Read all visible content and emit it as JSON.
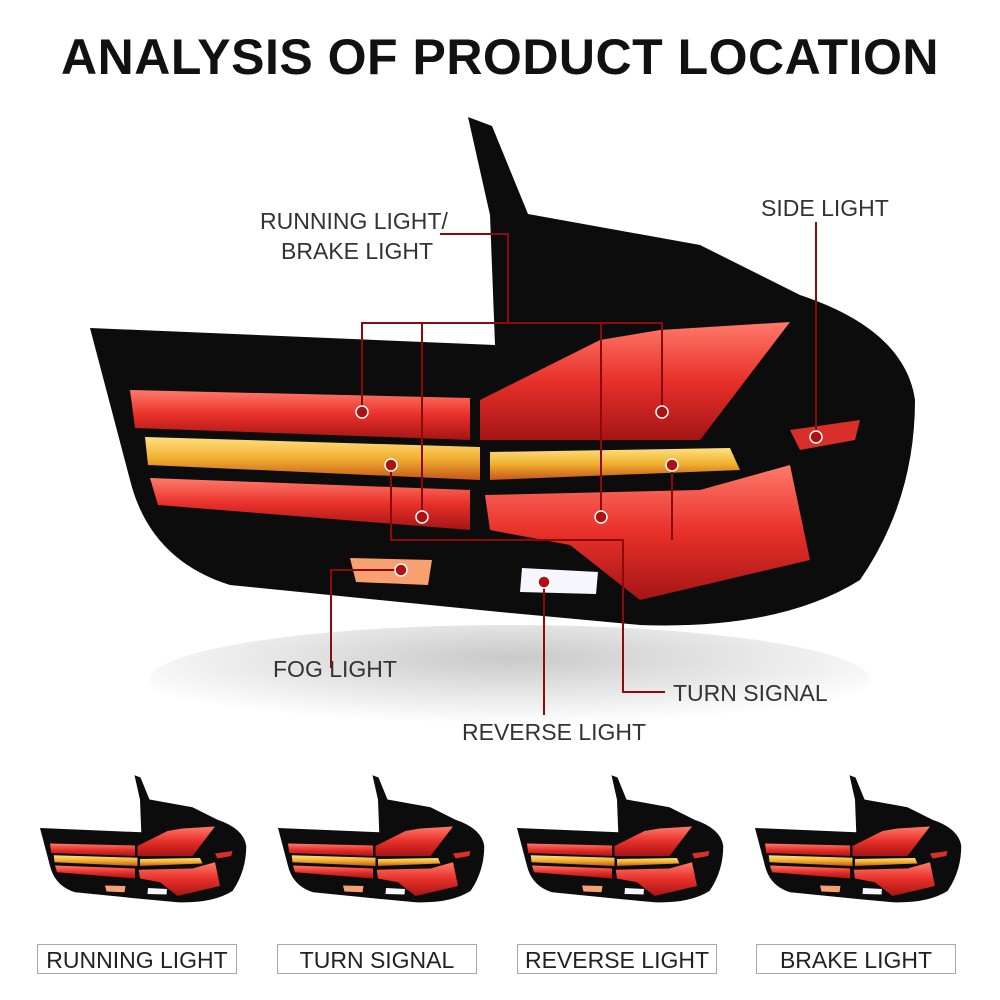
{
  "title": "ANALYSIS OF PRODUCT LOCATION",
  "callouts": {
    "running_brake_1": "RUNNING LIGHT/",
    "running_brake_2": "BRAKE LIGHT",
    "side": "SIDE LIGHT",
    "fog": "FOG LIGHT",
    "turn": "TURN SIGNAL",
    "reverse": "REVERSE LIGHT"
  },
  "modes": [
    "RUNNING LIGHT",
    "TURN SIGNAL",
    "REVERSE LIGHT",
    "BRAKE LIGHT"
  ],
  "colors": {
    "callout_line": "#8b0a0a",
    "red_light": "#e8302a",
    "amber_light": "#f0b030"
  }
}
